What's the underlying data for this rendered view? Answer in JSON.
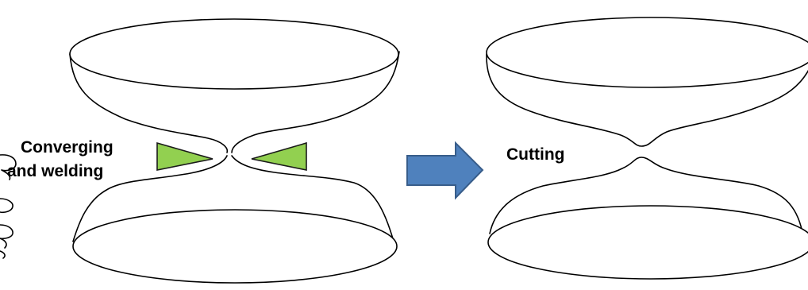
{
  "labels": {
    "left_line1": "Converging",
    "left_line2": "and welding",
    "right": "Cutting"
  },
  "colors": {
    "electrode_fill": "#92d050",
    "electrode_stroke": "#1a1a1a",
    "arrow_fill": "#4f81bd",
    "arrow_stroke": "#385d8a",
    "outline": "#000000",
    "background": "#ffffff"
  },
  "icons": {
    "left_electrodes": "green-triangle-icon",
    "process_arrow": "right-arrow-icon",
    "coil": "coil-icon"
  }
}
